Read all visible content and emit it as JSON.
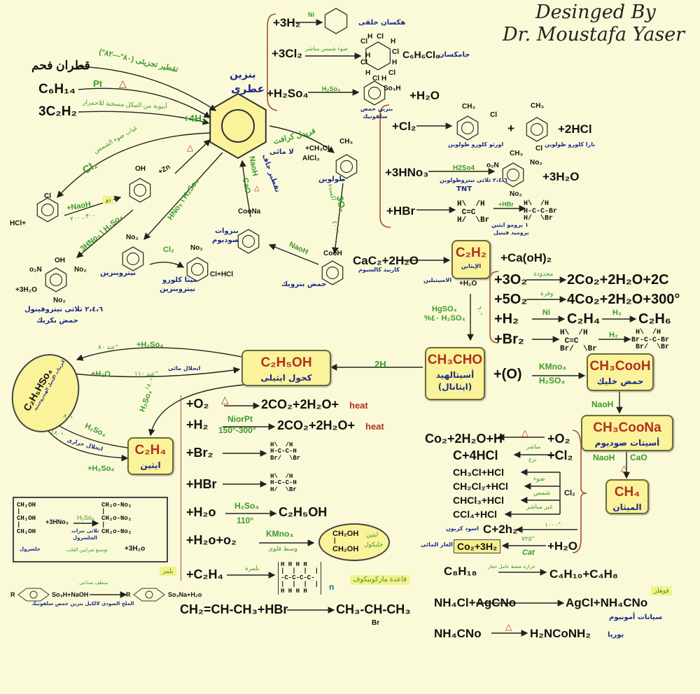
{
  "header": {
    "line1": "Desinged By",
    "line2": "Dr. Moustafa Yaser"
  },
  "benzene": {
    "name1": "بنزين",
    "name2": "عطرى"
  },
  "prep": {
    "coal_tar": "قطران فحم",
    "coal_tar_cond": "تقطير تجزيئى (٨٠°—٨٢°)",
    "hexane": "C₆H₁₄",
    "pt": "Pt",
    "plus4h2": "+4H₂",
    "acetylene3": "3C₂H₂",
    "acetylene_cond": "أنبوبة من النيكل مسخنة للاحمرار"
  },
  "chloro": {
    "cl2": "Cl₂",
    "cond": "غياب ضوء الشمس",
    "cl": "Cl",
    "hcl": "HCl+",
    "naoh": "+NaoH",
    "do": "دو",
    "temp": "٣٠٠ ، ٢٠٠"
  },
  "phenol": {
    "oh": "OH",
    "zn": "+Zn",
    "nitration": "3HNo₃ \\ H₂So₄"
  },
  "picric": {
    "oh": "OH",
    "o2n": "o₂N",
    "no2": "No₂",
    "water": "+3H₂O",
    "name1": "٢،٤،٦ ثلاثى نيتروفينول",
    "name2": "حمض بكريك"
  },
  "nitrobenzene": {
    "reagent": "HNo₃ \\ H₂So₄",
    "no2": "No₂",
    "name": "نيتروبنزين",
    "cl2": "Cl₂",
    "product": "Cl+HCl",
    "mname1": "ميتا كلورو",
    "mname2": "نيتروبنزين"
  },
  "benzoate": {
    "coona": "CooNa",
    "name1": "بنزوات",
    "name2": "صوديوم",
    "naoh": "NaoH",
    "cao": "CaO",
    "dry": "تقطير جاف",
    "naoh2": "NaoH"
  },
  "toluene": {
    "friedel": "فريدل كرافت",
    "ch3cl": "+CH₃Cl",
    "anhydrous": "لا مائى",
    "alcl3": "AlCl₃",
    "ch3": "CH₃",
    "name": "طولوين",
    "oxid": "أكسدة",
    "o2": "3O₂",
    "temp": "٤٠٠°"
  },
  "benzoic": {
    "cooh": "CooH",
    "name": "حمض بنزويك"
  },
  "addition": {
    "h2": "+3H₂",
    "ni": "Ni",
    "cyclohexane": "هكسان حلقى",
    "cl2": "+3Cl₂",
    "sun": "ضوء شمس مباشر",
    "cl": "Cl",
    "h": "H",
    "c6h6cl6": "C₆H₆Cl₆",
    "gammexane": "جامكسان",
    "h2so4": "+H₂So₄",
    "h2so4_cat": "H₂So₄",
    "so3h": "So₃H",
    "water": "+H₂O",
    "sulf1": "بنزين حمض",
    "sulf2": "سلفونيك"
  },
  "toluene_rx": {
    "cl2": "+Cl₂",
    "ch3": "CH₃",
    "cl": "Cl",
    "plus": "+",
    "hcl2": "+2HCl",
    "ortho": "اورثو كلورو طولوين",
    "para": "بارا كلورو طولوين",
    "hno3": "+3HNo₃",
    "h2so4": "H2So4",
    "tnt_name": "٢،٤،٦ ثلاثى نيتروطولوين",
    "tnt": "TNT",
    "o2n": "o₂N",
    "no2": "No₂",
    "water": "+3H₂O",
    "hbr": "+HBr",
    "hbr_cat": "+HBr",
    "s1": "H\\  /H\n C=C\nH/  \\Br",
    "s2": "H\\  /H\nH-C-C-Br\nH/  \\Br",
    "bromo1": "١ برومو ايثين",
    "bromo2": "بروميد فينيل"
  },
  "acetylene": {
    "reactant": "CaC₂+2H₂O",
    "carbide": "كاربيد كالسيوم",
    "box": "C₂H₂",
    "box_name": "الإيثاين",
    "caoh": "+Ca(oH)₂",
    "alt_name": "الاسيتيلين",
    "water": "+H₂O",
    "hgso4": "HgSO₄",
    "h2so4": "%٤٠ H₂SO₄",
    "temp": "٦٠°",
    "r1a": "+3O₂",
    "r1c": "محدودة",
    "r1b": "2Co₂+2H₂O+2C",
    "r2a": "+5O₂",
    "r2c": "وفرة",
    "r2b": "4Co₂+2H₂O+300°",
    "r3a": "+H₂",
    "r3c": "Ni",
    "r3b": "C₂H₄",
    "r3d": "H₂",
    "r3e": "C₂H₆",
    "r4a": "+Br₂",
    "r4s": "H\\  /H\n C=C\nBr/  \\Br",
    "r4c": "H₂",
    "r4t": " H\\  /H\nBr-C-C-Br\n Br/  \\Br"
  },
  "aldehyde": {
    "box": "CH₃CHO",
    "name1": "أسيتالهيد",
    "name2": "(ايثانال)",
    "h2": "2H",
    "oxid": "+(O)",
    "kmno4": "KMno₄",
    "h2so4": "H₂SO₄"
  },
  "acetic": {
    "box": "CH₃CooH",
    "name": "حمض خليك",
    "naoh": "NaoH"
  },
  "acetate": {
    "box": "CH₃CooNa",
    "name": "أسيتات صوديوم",
    "naoh": "NaoH",
    "cao": "CaO"
  },
  "methane": {
    "box": "CH₄",
    "name": "الميثان",
    "r1": "Co₂+2H₂O+H",
    "r1b": "+O₂",
    "r2": "C+4HCl",
    "r2c1": "مباشر",
    "r2c2": "نزع",
    "r2b": "+Cl₂",
    "c1": "CH₃Cl+HCl",
    "c2": "CH₂Cl₂+HCl",
    "c3": "CHCl₃+HCl",
    "c4": "CCl₄+HCl",
    "l1": "ضوء",
    "l2": "شمس",
    "l3": "غير مباشر",
    "cl2": "Cl₂",
    "r3": "C+2h₂",
    "r3n": "اسود كربون",
    "r3c": "١٠٠٠°",
    "r4": "Co₂+3H₂",
    "r4n": "الغاز المائى",
    "r4c1": "٧٢٥°",
    "r4c2": "Cat",
    "r4b": "+H₂O"
  },
  "ethanol": {
    "box": "C₂H₅OH",
    "name": "كحول ايثيلى",
    "h2so4": "+H₂So₄",
    "t80": "عند ٨٠°",
    "h2o": "+H₂O",
    "t110": "عند ١١٠°",
    "hydrolysis": "انحلال مائى",
    "h2so4b": "H₂So₄",
    "t180": "١٨٠°"
  },
  "ester": {
    "formula": "C₂H₅HSo₄",
    "name": "كبريتات الإيثيل الهيدروجينية"
  },
  "ethene": {
    "box": "C₂H₄",
    "name": "ايثين",
    "h2so4": "H₂So₄",
    "t80": "٨٠°",
    "t180": "١٨٠°",
    "pyro": "انحلال حرارى",
    "h2so4b": "+H₂So₄"
  },
  "ethene_rx": {
    "o2": "+O₂",
    "p1": "2CO₂+2H₂O+",
    "heat": "heat",
    "h2": "+H₂",
    "cat": "NiorPt",
    "temp": "150°-300°",
    "br2": "+Br₂",
    "s1": "H\\  /H\nH-C-C-H\nBr/  \\Br",
    "hbr": "+HBr",
    "s2": "H\\  /H\nH-C-C-H\nH/  \\Br",
    "h2o": "+H₂o",
    "h2so4": "H₂So₄",
    "t110": "110°",
    "etoh": "C₂H₅OH",
    "h2oo2": "+H₂o+o₂",
    "kmno4": "KMno₄",
    "alk": "وسط قلوى",
    "glycol1": "CH₂OH",
    "bar": "|",
    "glycol2": "CH₂OH",
    "gname1": "ايثين",
    "gname2": "جليكول",
    "poly_tag": "بلمر",
    "c2h4": "+C₂H₄",
    "poly": "بلمرة",
    "poly_s": "H H H H\n|  |  |  |\n-C-C-C-C-\n|  |  |  |\nH H H H",
    "n": "n"
  },
  "glycerol": {
    "r1": "CH₂OH\n|\nCH₂OH\n|\nCH₂OH",
    "reagent": "+3HNo₃",
    "cat": "H₂So₄",
    "p1": "CH₂o-No₂\n|\nCH₂o-No₂\n|\nCH₂o-No₂",
    "pname1": "ثلاثى نترات",
    "pname2": "الجلسرول",
    "rname": "جلسرول",
    "water": "+3H₂o",
    "use": "توسيع شرايين القلب"
  },
  "detergent": {
    "r": "R",
    "left": "So₃H+NaOH",
    "right": "So₃Na+H₂o",
    "top": "منظف صناعى",
    "bottom": "الملح الصودى لالكيل بنزين حمض سلفونيك"
  },
  "markovnikov": {
    "tag": "قاعدة ماركونيكوف",
    "left": "CH₂=CH-CH₃+HBr",
    "right": "CH₃-CH-CH₃",
    "br": "Br"
  },
  "misc": {
    "c8h18": "C₈H₁₈",
    "crack": "حرارة ضغط عامل حفاز",
    "crack_p": "C₄H₁₀+C₄H₈",
    "wohler": "فوهلر",
    "nh4cl": "NH₄Cl+AgCNo",
    "agcl": "AgCl+NH₄CNo",
    "cyanate": "سيانات أمونيوم",
    "nh4cno": "NH₄CNo",
    "urea": "H₂NCoNH₂",
    "urea_name": "يوريا"
  }
}
